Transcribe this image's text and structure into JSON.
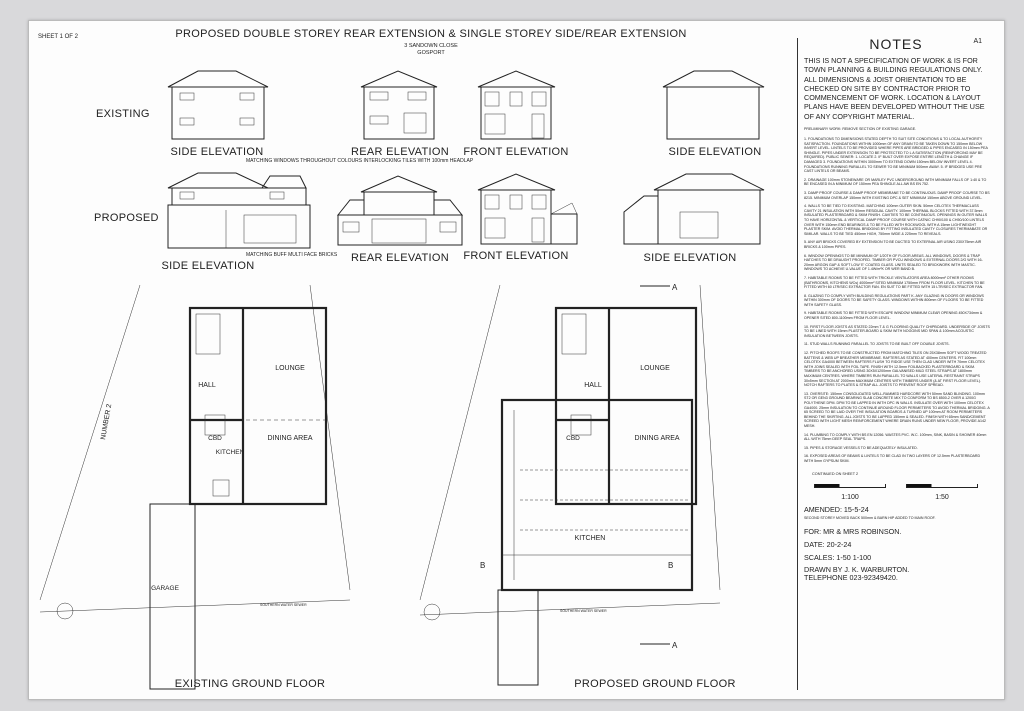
{
  "header": {
    "sheet": "SHEET 1 OF 2",
    "title": "PROPOSED DOUBLE STOREY REAR EXTENSION & SINGLE STOREY SIDE/REAR EXTENSION",
    "address_line1": "3 SANDOWN CLOSE",
    "address_line2": "GOSPORT"
  },
  "elevations": {
    "existing_label": "EXISTING",
    "proposed_label": "PROPOSED",
    "existing": [
      "SIDE ELEVATION",
      "REAR ELEVATION",
      "FRONT ELEVATION",
      "SIDE ELEVATION"
    ],
    "proposed": [
      "SIDE ELEVATION",
      "REAR ELEVATION",
      "FRONT ELEVATION",
      "SIDE ELEVATION"
    ],
    "annotation_1": "MATCHING WINDOWS THROUGHOUT COLOURS INTERLOCKING TILES WITH 100mm HEADLAP",
    "annotation_2": "MATCHING BUFF MULTI FACE BRICKS"
  },
  "plans": {
    "existing": {
      "title": "EXISTING GROUND FLOOR",
      "rooms": [
        "LOUNGE",
        "HALL",
        "CBD",
        "KITCHEN",
        "DINING AREA",
        "GARAGE"
      ],
      "neighbour": "NUMBER 2",
      "sewer": "SOUTHERN WATER SEWER"
    },
    "proposed": {
      "title": "PROPOSED GROUND FLOOR",
      "rooms": [
        "LOUNGE",
        "HALL",
        "CBD",
        "DINING AREA",
        "KITCHEN"
      ],
      "section_markers": [
        "A",
        "A",
        "B",
        "B"
      ],
      "sewer": "SOUTHERN WATER SEWER"
    }
  },
  "notes": {
    "title": "NOTES",
    "sheet_size": "A1",
    "intro": "THIS IS NOT A SPECIFICATION OF WORK & IS FOR TOWN PLANNING & BUILDING REGULATIONS ONLY. ALL DIMENSIONS & JOIST ORIENTATION TO BE CHECKED ON SITE BY CONTRACTOR PRIOR TO COMMENCEMENT OF WORK. LOCATION & LAYOUT PLANS HAVE BEEN DEVELOPED WITHOUT THE USE OF ANY COPYRIGHT MATERIAL.",
    "preliminary": "PRELIMINARY WORK: REMOVE SECTION OF EXISTING GARAGE.",
    "items": [
      "1. FOUNDATIONS TO DIMENSIONS STATED DEPTH TO SUIT SITE CONDITIONS & TO LOCAL AUTHORITY SATISFACTION. FOUNDATIONS WITHIN 1000mm OF ANY DRAIN TO BE TAKEN DOWN TO 150mm BELOW INVERT LEVEL. LINTELS TO BE PROVIDED WHERE PIPES ARE BRIDGED & PIPES ENCASED IN 150mm PEA SHINGLE. PIPES UNDER EXTENSION TO BE PROTECTED TO L A SATISFACTION (REINFORCING MAY BE REQUIRED). PUBLIC SEWER: 1. LOCATE 2. IF BUILT OVER EXPOSE ENTIRE LENGTH & CHANGE IF DAMAGED 3. FOUNDATIONS WITHIN 3000mm TO EXTEND DOWN 150mm BELOW INVERT LEVEL 4. FOUNDATIONS RUNNING PARALLEL TO SEWER TO BE MINIMUM 500mm AWAY. 5. IF BRIDGED USE PRE CAST LINTELS OR BEAMS.",
      "2. DRAINAGE 100mm STONEWARE OR MARLEY PVC UNDERGROUND WITH MINIMUM FALLS OF 1:40 & TO BE ENCASED IN A MINIMUM OF 150mm PEA SHINGLE ALL AW BS EN 752.",
      "3. DAMP PROOF COURSE & DAMP PROOF MEMBRANE TO BE CONTINUOUS. DAMP PROOF COURSE TO BS 8215. MINIMUM OVERLAP 150mm WITH EXISTING DPC & SET MINIMUM 150mm ABOVE GROUND LEVEL.",
      "4. WALLS TO BE TIED TO EXISTING. MATCHING 100mm OUTER SKIN. 50mm CELOTEX THERMACLASS CAVITY 21 INSULATION WITH 50mm RESIDUAL CAVITY. 100mm THERMAL BLOCKS FITTED WITH 37.5mm INSULATED PLASTERBOARD & SKIM FINISH. CAVITIES TO BE CONTINUOUS. OPENINGS IN OUTER WALLS TO HAVE HORIZONTAL & VERTICAL DAMP PROOF COURSE WITH CATNIC CH90/100 & CH50/100 LINTELS OVER WITH 150mm END BEARINGS & TO BE FILLED WITH ROCKWOOL WITH A 15mm LIGHTWEIGHT PLASTER SKIM. AVOID THERMAL BRIDGING BY FITTING INSULATED CAVITY CLOSURES THERMABATE OR SIMILAR. WALLS TO BE TIED 450mm HIGH, 750mm WIDE & 225mm TO REVEALS.",
      "5. ANY AIR BRICKS COVERED BY EXTENSION TO BE DUCTED TO EXTERNAL AIR USING 230X75mm AIR BRICKS & 100mm PIPES.",
      "6. WINDOW OPENINGS TO BE MINIMUM OF 1/20TH OF FLOOR AREAS. ALL WINDOWS, DOORS & TRAP HATCHES TO BE DRAUGHT PROOFED. TIMBER OR PVCU WINDOWS & EXTERNAL DOORS 2/G WITH 16-20mm ARGON GAP & SOFT LOW 'E' COATED GLASS. UNITS SEALED TO BRICKWORK WITH MASTIC. WINDOWS TO ACHIEVE U-VALUE OF 1.4W/m²K OR WER BAND B.",
      "7. HABITABLE ROOMS TO BE FITTED WITH TRICKLE VENTILATORS AREA 8000mm² OTHER ROOMS (BATHROOMS, KITCHENS WCs) 4000mm² SITED MINIMUM 1750mm FROM FLOOR LEVEL. KITCHEN TO BE FITTED WITH 60 LTR/SEC EXTRACTOR FAN. EN SUIT TO BE FITTED WITH 15 LTR/SEC EXTRACTOR FAN.",
      "8. GLAZING TO COMPLY WITH BUILDING REGULATIONS PART K. ANY GLAZING IN DOORS OR WINDOWS WITHIN 300mm OF DOORS TO BE SAFETY GLASS. WINDOWS WITHIN 800mm OF FLOORS TO BE FITTED WITH SAFETY GLASS.",
      "9. HABITABLE ROOMS TO BE FITTED WITH ESCAPE WINDOW MINIMUM CLEAR OPENING 450X734mm & OPENER SITED 800-1100mm FROM FLOOR LEVEL.",
      "10. FIRST FLOOR JOISTS AS STATED 22mm T & G FLOORING QUALITY CHIPBOARD. UNDERSIDE OF JOISTS TO BE LINED WITH 15mm PLASTER-BOARD & SKIM WITH NOGGINS MID SPAN & 100mm ACOUSTIC INSULATION BETWEEN JOISTS.",
      "11. STUD WALLS RUNNING PARALLEL TO JOISTS TO BE BUILT OFF DOUBLE JOISTS.",
      "12. PITCHED ROOFS TO BE CONSTRUCTED FROM MATCHING TILES ON 25X38mm SOFT WOOD TREATED BATTENS & WEB UP BREATHER MEMBRANE. RAFTERS AS STATED AT 400mm CENTERS. FIT 100mm CELOTEX GA4000 BETWEEN RAFTERS FLUSH TO RIDGE USE THEN CLAD UNDER WITH 70mm CELOTEX WITH JOINS SEALED WITH FOIL TAPE. FINISH WITH 12.5mm FOILBACKED PLASTERBOARD & SKIM. TIMBERS TO BE ANCHORED USING 30X5X1200mm GALVANISED MILD STEEL STRAPS AT 1800mm MAXIMUM CENTRES. WHERE TIMBERS RUN PARALLEL TO WALLS USE LATERAL RESTRAINT STRAPS 30x5mm SECTION AT 2000mm MAXIMUM CENTRES WITH TIMBERS UNDER (& AT FIRST FLOOR LEVEL). NOTCH RAFTERS TO PLATES & STRAP ALL JOISTS TO PREVENT ROOF SPREAD.",
      "13. OVERSITE: 150mm CONSOLIDATED WELL-RAMMED HARDCORE WITH 50mm SAND BLINDING. 100mm ST2 OR GEN3 GROUND BEARING SLAB CONCRETE MIX TO CONFORM TO BS 8500-2 OVER A 1200G POLYTHENE DPM. DPM TO BE LAPPED IN WITH DPC IN WALLS. INSULATE OVER WITH 100mm CELOTEX GA4000. 25mm INSULATION TO CONTINUE AROUND FLOOR PERIMETERS TO AVOID THERMAL BRIDGING. A 65 SCREED TO BE LAID OVER THE INSULATION BOARDS & TURNED UP 100mm AT ROOM PERIMETERS BEHIND THE SKIRTING. ALL JOISTS TO BE LAPPED 150mm & SEALED. FINISH WITH 65mm SAND/CEMENT SCREED WITH LIGHT MESH REINFORCEMENT WHERE DRAIN RUNS UNDER NEW FLOOR, PROVIDE A142 MESH.",
      "14. PLUMBING TO COMPLY WITH BS EN 12056. WASTES PVC. W.C. 100mm, SINK, BASIN & SHOWER 40mm ALL WITH 75mm DEEP SEAL TRAPS.",
      "15. PIPES & STORAGE VESSELS TO BE ADEQUATELY INSULATED.",
      "16. EXPOSED AREAS OF BEAMS & LINTELS TO BE CLAD IN TWO LAYERS OF 12.5mm PLASTERBOARD WITH 5mm GYPSUM SKIM."
    ],
    "continued": "CONTINUED ON SHEET 2",
    "scale_bars": [
      "1:100",
      "1:50"
    ],
    "amended": "AMENDED: 15-5-24",
    "amendment_note": "SECOND STOREY MOVED BACK 500mm & BARN HIP ADDED TO MAIN ROOF.",
    "client": "FOR: MR & MRS ROBINSON.",
    "date": "DATE: 20-2-24",
    "scales": "SCALES: 1-50 1-100",
    "drawn_by": "DRAWN BY J. K. WARBURTON.",
    "telephone": "TELEPHONE 023-92349420."
  }
}
